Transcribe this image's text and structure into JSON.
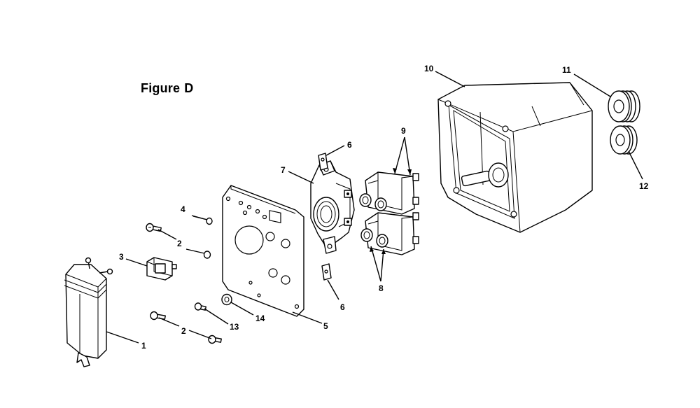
{
  "figure": {
    "title": "Figure",
    "letter": "D"
  },
  "callouts": {
    "c1": "1",
    "c2a": "2",
    "c2b": "2",
    "c3": "3",
    "c4": "4",
    "c5": "5",
    "c6a": "6",
    "c6b": "6",
    "c7": "7",
    "c8": "8",
    "c9": "9",
    "c10": "10",
    "c11": "11",
    "c12": "12",
    "c13": "13",
    "c14": "14"
  }
}
